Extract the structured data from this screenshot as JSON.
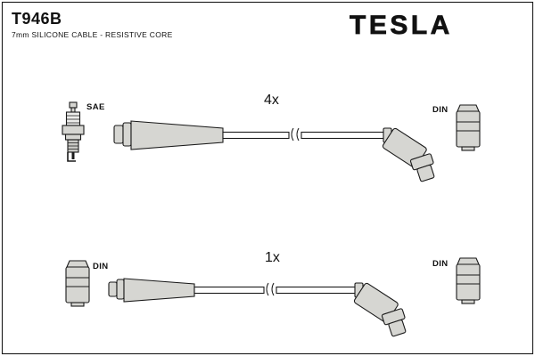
{
  "header": {
    "part_number": "T946B",
    "subtitle": "7mm SILICONE CABLE - RESISTIVE CORE",
    "brand": "TESLA"
  },
  "rows": [
    {
      "quantity_label": "4x",
      "left_connector_label": "SAE",
      "right_connector_label": "DIN",
      "left_connector_type": "spark-plug-sae",
      "right_connector_type": "din-elbow-boot"
    },
    {
      "quantity_label": "1x",
      "left_connector_label": "DIN",
      "right_connector_label": "DIN",
      "left_connector_type": "din-terminal",
      "right_connector_type": "din-elbow-boot"
    }
  ],
  "colors": {
    "background": "#ffffff",
    "outline": "#1a1a1a",
    "connector_fill": "#d6d6d2"
  }
}
